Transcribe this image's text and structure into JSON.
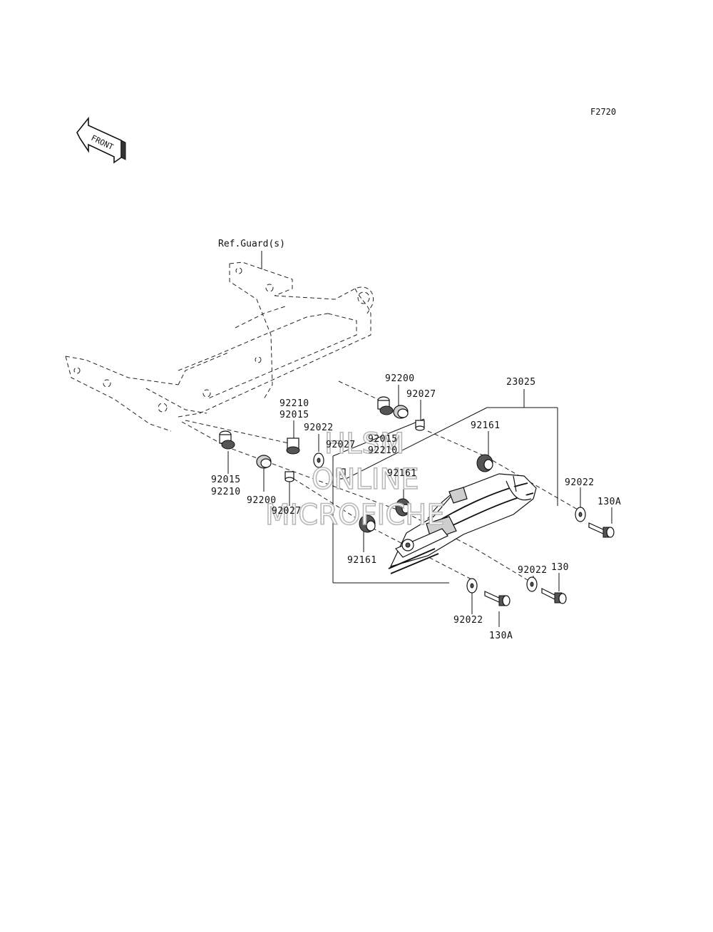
{
  "figure_id": "F2720",
  "front_arrow_label": "FRONT",
  "reference_label": "Ref.Guard(s)",
  "watermark": {
    "line1": "HLSM",
    "line2": "ONLINE",
    "line3": "MICROFICHE"
  },
  "parts": {
    "p92200_top": "92200",
    "p92027_top": "92027",
    "p23025": "23025",
    "p92210_left": "92210",
    "p92015_left": "92015",
    "p92022_mid": "92022",
    "p92027_mid": "92027",
    "p92015_mid": "92015",
    "p92210_mid": "92210",
    "p92161_right": "92161",
    "p92161_mid": "92161",
    "p92015_bottom": "92015",
    "p92210_bottom": "92210",
    "p92200_bottom": "92200",
    "p92027_bottom": "92027",
    "p92161_bottom": "92161",
    "p92022_right": "92022",
    "p130A_right": "130A",
    "p92022_lower": "92022",
    "p130": "130",
    "p92022_bottom": "92022",
    "p130A_bottom": "130A"
  }
}
